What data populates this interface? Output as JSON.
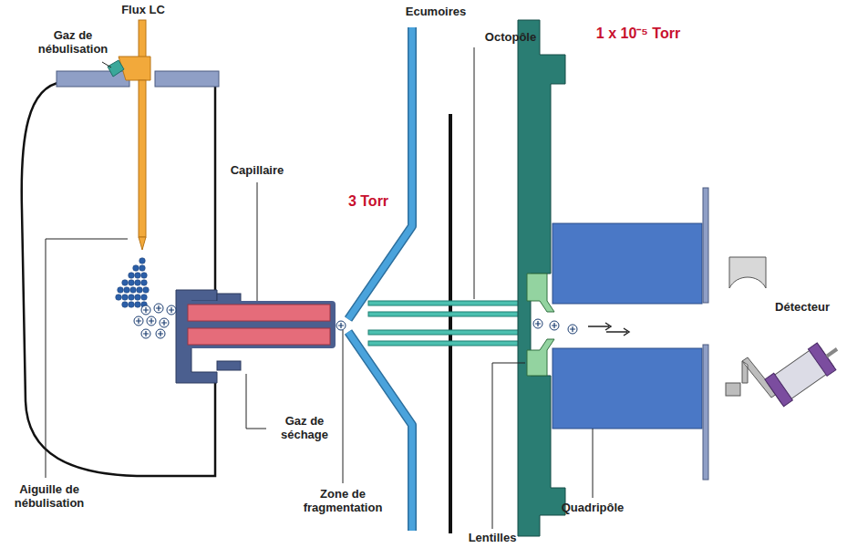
{
  "diagram": {
    "labels": [
      "Flux LC",
      "Gaz de nébulisation",
      "Ecumoires",
      "Octopôle",
      "1 x 10⁻⁵ Torr",
      "Capillaire",
      "3 Torr",
      "Détecteur",
      "Gaz de séchage",
      "Quadripôle",
      "Aiguille de nébulisation",
      "Zone de fragmentation",
      "Lentilles"
    ]
  }
}
